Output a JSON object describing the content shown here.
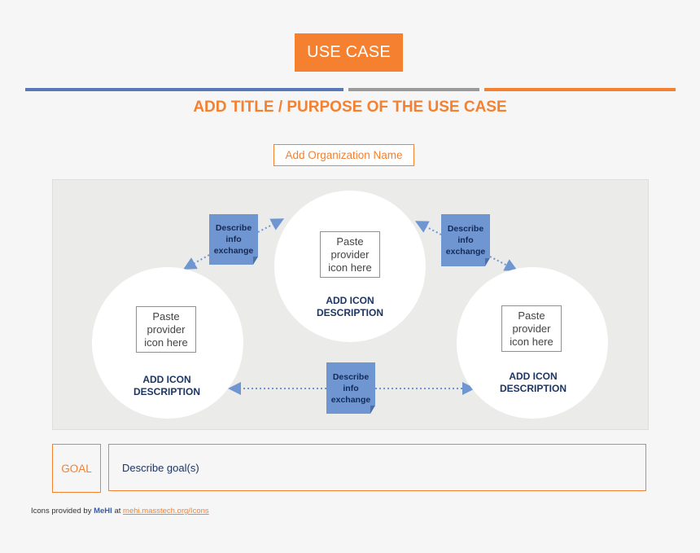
{
  "header": {
    "badge_label": "USE CASE",
    "title": "ADD TITLE / PURPOSE OF THE USE CASE",
    "organization": "Add Organization Name"
  },
  "diagram": {
    "nodes": [
      {
        "icon_placeholder": "Paste provider icon here",
        "description": "ADD ICON DESCRIPTION"
      },
      {
        "icon_placeholder": "Paste provider icon here",
        "description": "ADD ICON DESCRIPTION"
      },
      {
        "icon_placeholder": "Paste provider icon here",
        "description": "ADD ICON DESCRIPTION"
      }
    ],
    "exchanges": [
      {
        "label": "Describe info exchange"
      },
      {
        "label": "Describe info exchange"
      },
      {
        "label": "Describe info exchange"
      }
    ]
  },
  "goal": {
    "label": "GOAL",
    "text": "Describe goal(s)"
  },
  "footer": {
    "prefix": "Icons provided by",
    "brand": "MeHI",
    "middle": "at",
    "link": "mehi.masstech.org/Icons"
  },
  "colors": {
    "accent_orange": "#f48030",
    "accent_blue": "#5878b8",
    "exchange_blue": "#7096d2",
    "navy_text": "#1c3563"
  }
}
